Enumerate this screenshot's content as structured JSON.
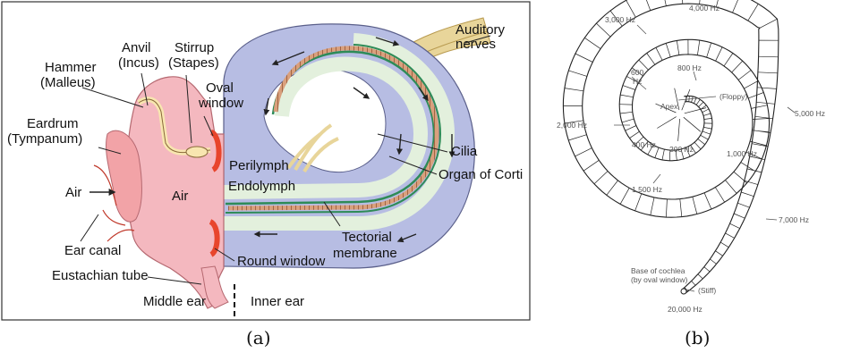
{
  "panel_a": {
    "labels": {
      "auditory_nerves_1": "Auditory",
      "auditory_nerves_2": "nerves",
      "anvil_1": "Anvil",
      "anvil_2": "(Incus)",
      "stirrup_1": "Stirrup",
      "stirrup_2": "(Stapes)",
      "hammer_1": "Hammer",
      "hammer_2": "(Malleus)",
      "oval_1": "Oval",
      "oval_2": "window",
      "eardrum_1": "Eardrum",
      "eardrum_2": "(Tympanum)",
      "cilia": "Cilia",
      "perilymph": "Perilymph",
      "endolymph": "Endolymph",
      "organ_corti": "Organ of Corti",
      "air_outer": "Air",
      "air_middle": "Air",
      "ear_canal": "Ear canal",
      "tectorial_1": "Tectorial",
      "tectorial_2": "membrane",
      "eustachian": "Eustachian tube",
      "round_window": "Round window",
      "middle_ear": "Middle ear",
      "inner_ear": "Inner ear"
    },
    "caption": "(a)"
  },
  "panel_b": {
    "labels": {
      "f3000": "3,000 Hz",
      "f4000": "4,000 Hz",
      "f600_1": "600",
      "f600_2": "Hz",
      "f800": "800 Hz",
      "floppy": "(Floppy)",
      "apex": "Apex",
      "f2000": "2,000 Hz",
      "f5000": "5,000 Hz",
      "f400": "400 Hz",
      "f200": "200 Hz",
      "f1000": "1,000 Hz",
      "f1500": "1,500 Hz",
      "f7000": "7,000 Hz",
      "base_1": "Base of cochlea",
      "base_2": "(by oval window)",
      "stiff": "(Stiff)",
      "f20000": "20,000 Hz"
    },
    "caption": "(b)"
  },
  "colors": {
    "tissue": "#f4b8bf",
    "cochlea": "#b7bde3",
    "fluid": "#e3f0dd",
    "membrane_green": "#2e8b57",
    "organ": "#c9835e",
    "window_red": "#e8452c",
    "nerve": "#e8d59a"
  }
}
